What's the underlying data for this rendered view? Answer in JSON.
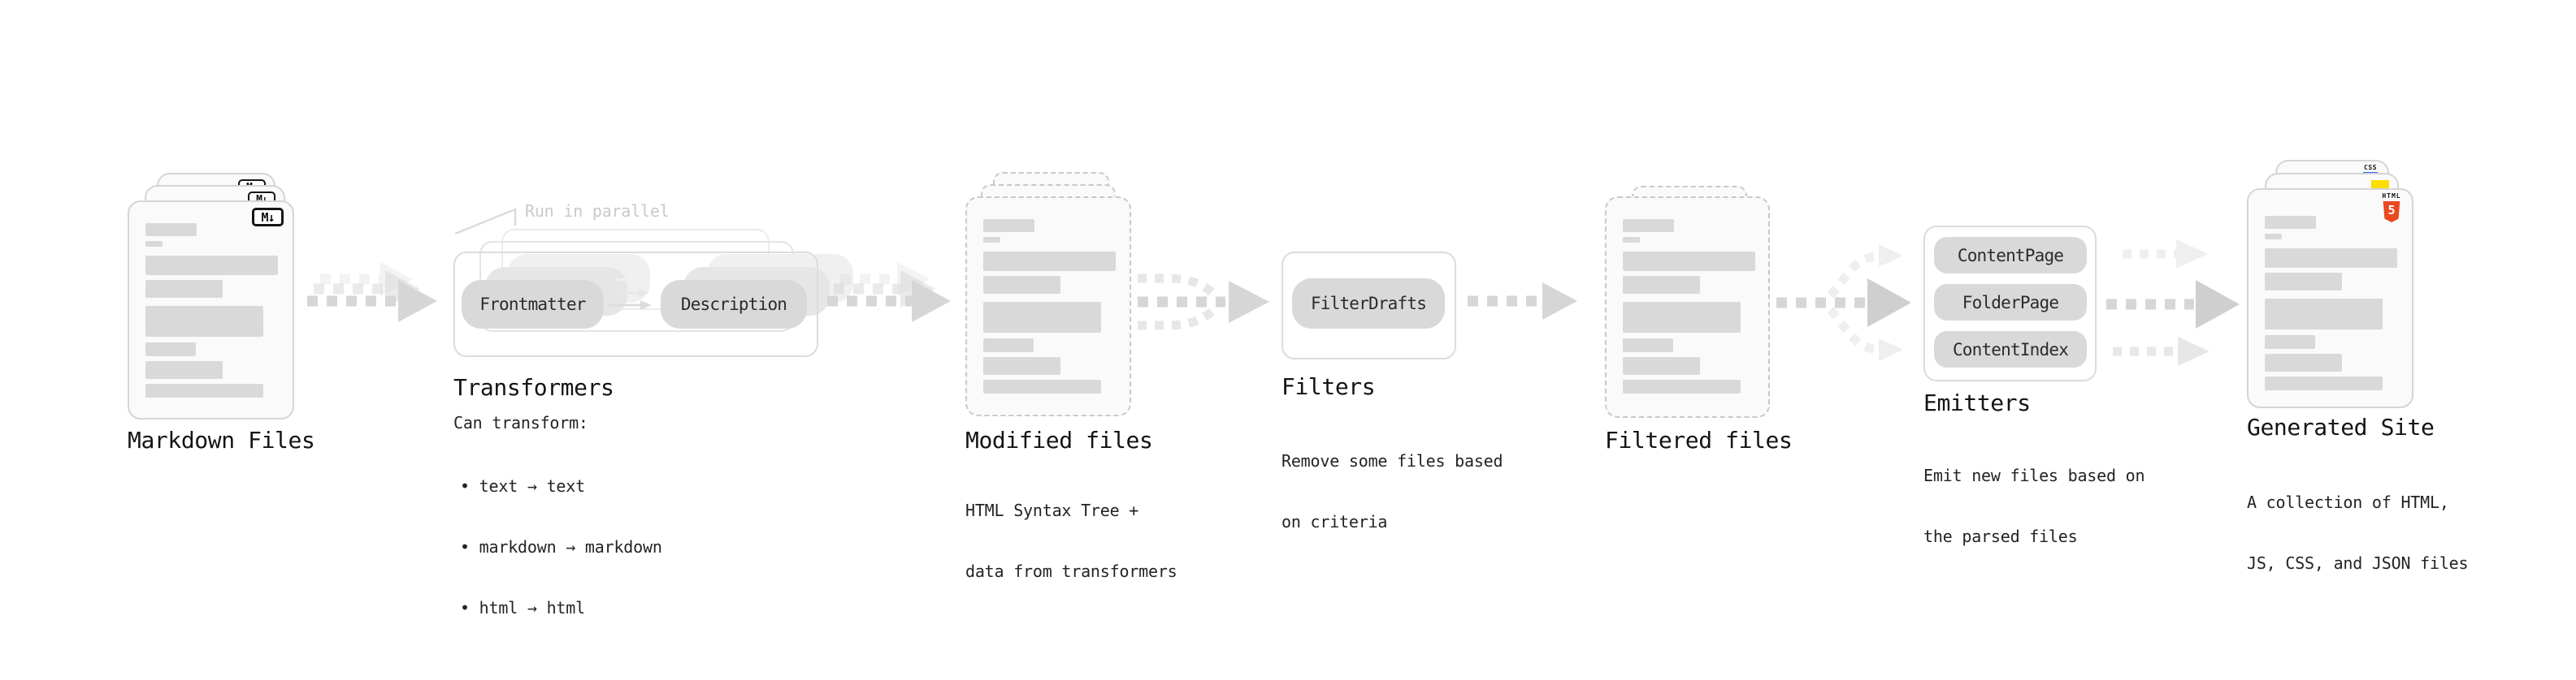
{
  "palette": {
    "card_bg": "#fafafa",
    "card_border": "#d5d5d5",
    "dashed_border": "#c9c9c9",
    "skeleton": "#d9d9d9",
    "pill_bg": "#d9d9d9",
    "pill_ghost1": "#e6e6e6",
    "pill_ghost2": "#f0f0f0",
    "pill_text": "#2b2b2b",
    "label_text": "#141414",
    "subtitle_text": "#232323",
    "annotation_text": "#c9c9c9",
    "arrow": "#d6d6d6",
    "arrow_dark": "#cfcfcf",
    "arrow_light": "#e7e7e7",
    "arrow_xlight": "#efefef",
    "box_border": "#dcdcdc",
    "box_border_back1": "#e4e4e4",
    "box_border_back2": "#ececec",
    "icon_border": "#151515",
    "html5_orange": "#e8491f",
    "js_yellow": "#ffdd00",
    "css_blue": "#2965f1"
  },
  "nodes": {
    "markdown_files": {
      "label": "Markdown Files",
      "icon_text": "M↓"
    },
    "transformers": {
      "label": "Transformers",
      "annotation": "Run in parallel",
      "pill_frontmatter": "Frontmatter",
      "pill_description": "Description",
      "note_title": "Can transform:",
      "bullets": [
        "• text → text",
        "• markdown → markdown",
        "• html → html"
      ]
    },
    "modified_files": {
      "label": "Modified files",
      "subtitle_lines": [
        "HTML Syntax Tree +",
        "data from transformers"
      ]
    },
    "filters": {
      "label": "Filters",
      "pill": "FilterDrafts",
      "subtitle_lines": [
        "Remove some files based",
        "on criteria"
      ]
    },
    "filtered_files": {
      "label": "Filtered files"
    },
    "emitters": {
      "label": "Emitters",
      "pills": [
        "ContentPage",
        "FolderPage",
        "ContentIndex"
      ],
      "subtitle_lines": [
        "Emit new files based on",
        "the parsed files"
      ]
    },
    "generated_site": {
      "label": "Generated Site",
      "subtitle_lines": [
        "A collection of HTML,",
        "JS, CSS, and JSON files"
      ],
      "icons": {
        "css": "CSS",
        "html": "HTML",
        "html5_five": "5"
      }
    }
  }
}
